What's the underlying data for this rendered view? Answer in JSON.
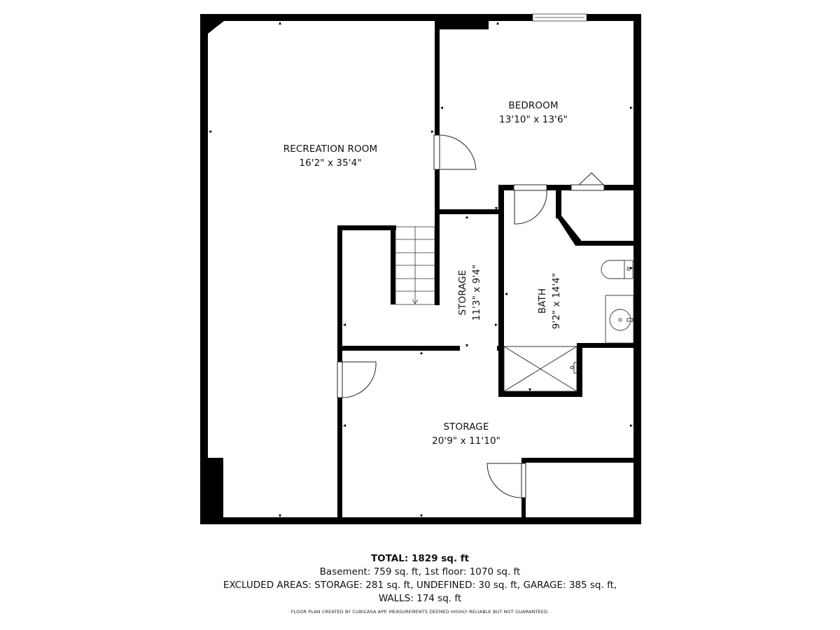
{
  "floor_plan": {
    "rooms": [
      {
        "id": "recreation-room",
        "name": "RECREATION ROOM",
        "dims": "16'2\" x 35'4\""
      },
      {
        "id": "bedroom",
        "name": "BEDROOM",
        "dims": "13'10\" x 13'6\""
      },
      {
        "id": "storage-upper",
        "name": "STORAGE",
        "dims": "11'3\" x 9'4\""
      },
      {
        "id": "bath",
        "name": "BATH",
        "dims": "9'2\" x 14'4\""
      },
      {
        "id": "storage-lower",
        "name": "STORAGE",
        "dims": "20'9\" x 11'10\""
      }
    ],
    "wall_color": "#000000",
    "background_color": "#ffffff"
  },
  "summary": {
    "total": "TOTAL: 1829 sq. ft",
    "floors": "Basement: 759 sq. ft, 1st floor: 1070 sq. ft",
    "excluded_line1": "EXCLUDED AREAS: STORAGE: 281 sq. ft, UNDEFINED: 30 sq. ft, GARAGE: 385 sq. ft,",
    "excluded_line2": "WALLS: 174 sq. ft"
  },
  "disclaimer": "FLOOR PLAN CREATED BY CUBICASA APP. MEASUREMENTS DEEMED HIGHLY RELIABLE BUT NOT GUARANTEED."
}
